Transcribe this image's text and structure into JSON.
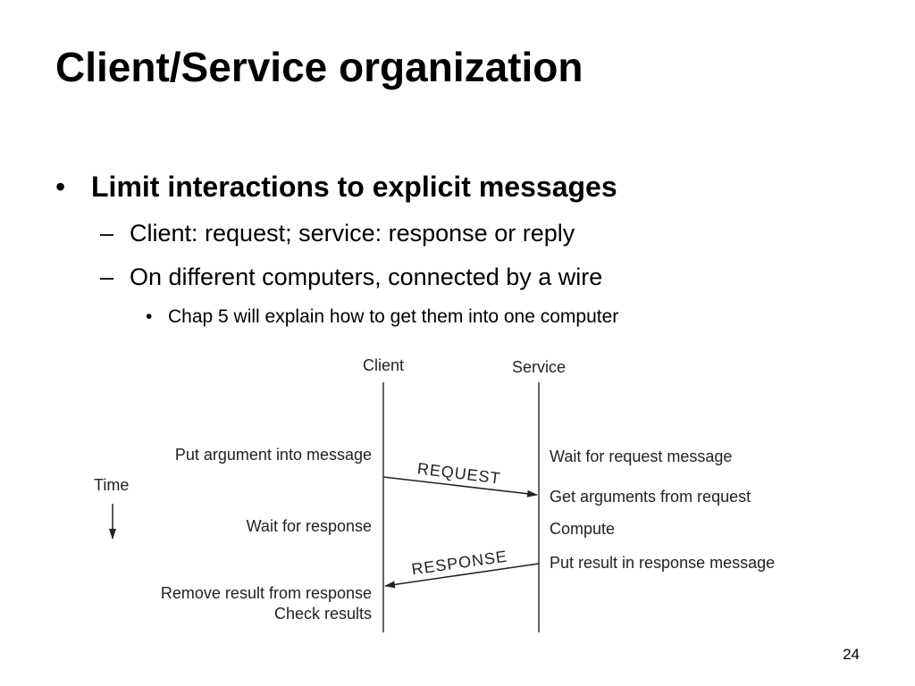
{
  "slide": {
    "title": "Client/Service organization",
    "bullet_1": "Limit interactions to explicit messages",
    "sub_bullets": [
      "Client: request; service: response or reply",
      "On different computers, connected by a wire"
    ],
    "sub_sub_bullet": "Chap 5 will explain how to get them into one computer",
    "page_number": "24"
  },
  "diagram": {
    "client_label": "Client",
    "service_label": "Service",
    "time_label": "Time",
    "client_steps": [
      "Put argument into message",
      "Wait for response",
      "Remove result from response",
      "Check results"
    ],
    "service_steps": [
      "Wait for request message",
      "Get arguments from request",
      "Compute",
      "Put result in response message"
    ],
    "request_label": "REQUEST",
    "response_label": "RESPONSE"
  }
}
